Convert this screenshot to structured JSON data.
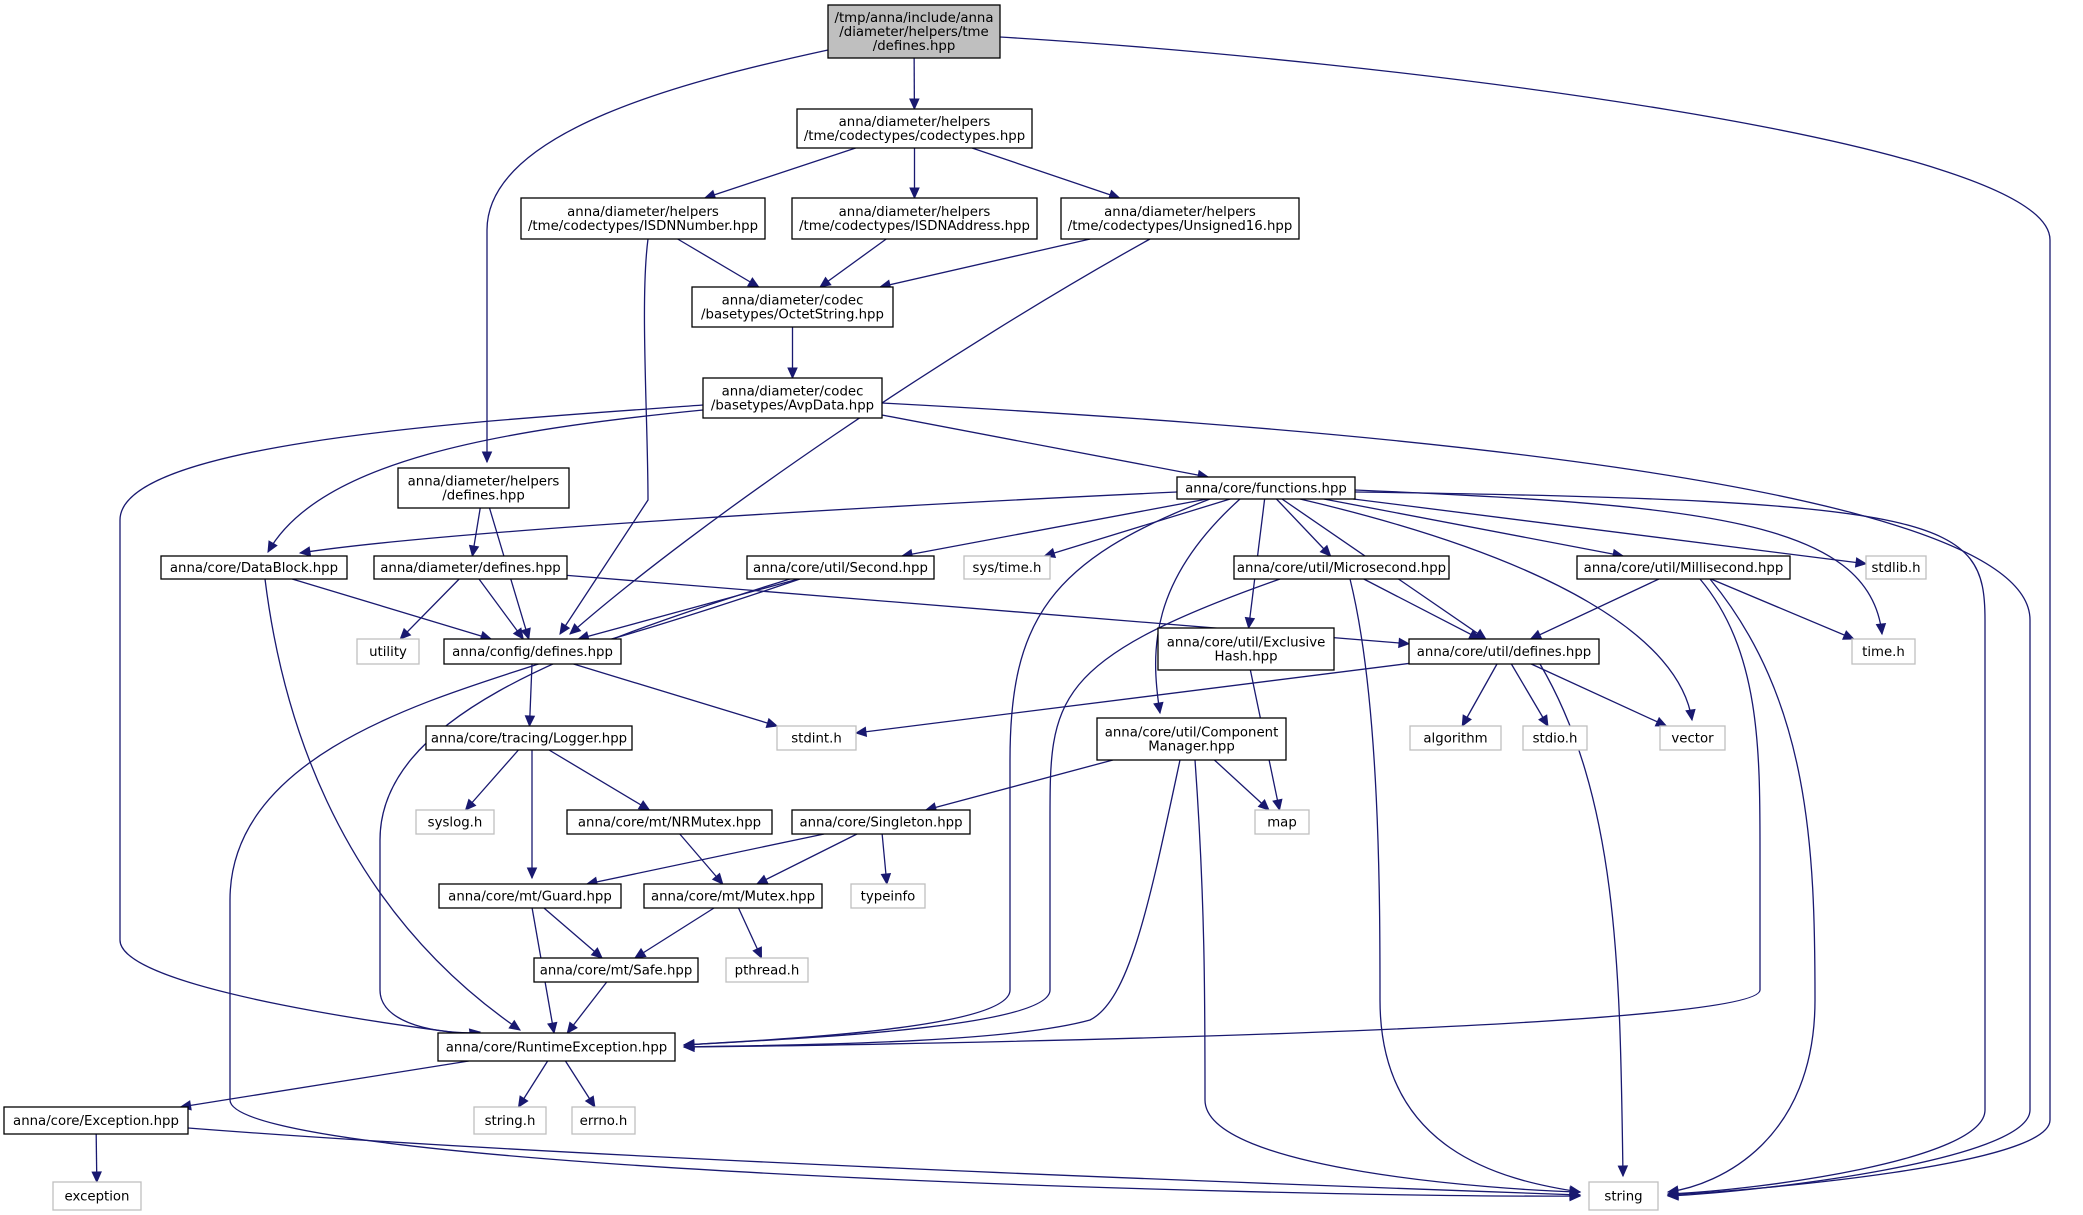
{
  "graph": {
    "nodes": {
      "root": [
        "/tmp/anna/include/anna",
        "/diameter/helpers/tme",
        "/defines.hpp"
      ],
      "codectypes": [
        "anna/diameter/helpers",
        "/tme/codectypes/codectypes.hpp"
      ],
      "isdnnumber": [
        "anna/diameter/helpers",
        "/tme/codectypes/ISDNNumber.hpp"
      ],
      "isdnaddress": [
        "anna/diameter/helpers",
        "/tme/codectypes/ISDNAddress.hpp"
      ],
      "unsigned16": [
        "anna/diameter/helpers",
        "/tme/codectypes/Unsigned16.hpp"
      ],
      "octetstring": [
        "anna/diameter/codec",
        "/basetypes/OctetString.hpp"
      ],
      "avpdata": [
        "anna/diameter/codec",
        "/basetypes/AvpData.hpp"
      ],
      "helpers_defines": [
        "anna/diameter/helpers",
        "/defines.hpp"
      ],
      "functions": [
        "anna/core/functions.hpp"
      ],
      "datablock": [
        "anna/core/DataBlock.hpp"
      ],
      "diameter_defines": [
        "anna/diameter/defines.hpp"
      ],
      "second": [
        "anna/core/util/Second.hpp"
      ],
      "systime": [
        "sys/time.h"
      ],
      "microsecond": [
        "anna/core/util/Microsecond.hpp"
      ],
      "millisecond": [
        "anna/core/util/Millisecond.hpp"
      ],
      "stdlib": [
        "stdlib.h"
      ],
      "utility": [
        "utility"
      ],
      "config_defines": [
        "anna/config/defines.hpp"
      ],
      "exclusivehash": [
        "anna/core/util/Exclusive",
        "Hash.hpp"
      ],
      "util_defines": [
        "anna/core/util/defines.hpp"
      ],
      "timeh": [
        "time.h"
      ],
      "logger": [
        "anna/core/tracing/Logger.hpp"
      ],
      "stdint": [
        "stdint.h"
      ],
      "componentmanager": [
        "anna/core/util/Component",
        "Manager.hpp"
      ],
      "algorithm": [
        "algorithm"
      ],
      "stdio": [
        "stdio.h"
      ],
      "vector": [
        "vector"
      ],
      "syslog": [
        "syslog.h"
      ],
      "nrmutex": [
        "anna/core/mt/NRMutex.hpp"
      ],
      "singleton": [
        "anna/core/Singleton.hpp"
      ],
      "map": [
        "map"
      ],
      "guard": [
        "anna/core/mt/Guard.hpp"
      ],
      "mutex": [
        "anna/core/mt/Mutex.hpp"
      ],
      "typeinfo": [
        "typeinfo"
      ],
      "safe": [
        "anna/core/mt/Safe.hpp"
      ],
      "pthread": [
        "pthread.h"
      ],
      "runtimeexception": [
        "anna/core/RuntimeException.hpp"
      ],
      "exception_hpp": [
        "anna/core/Exception.hpp"
      ],
      "stringh": [
        "string.h"
      ],
      "errnoh": [
        "errno.h"
      ],
      "exception": [
        "exception"
      ],
      "string": [
        "string"
      ]
    },
    "edges": [
      [
        "root",
        "codectypes"
      ],
      [
        "root",
        "helpers_defines"
      ],
      [
        "root",
        "string"
      ],
      [
        "codectypes",
        "isdnnumber"
      ],
      [
        "codectypes",
        "isdnaddress"
      ],
      [
        "codectypes",
        "unsigned16"
      ],
      [
        "isdnnumber",
        "octetstring"
      ],
      [
        "isdnnumber",
        "config_defines"
      ],
      [
        "isdnaddress",
        "octetstring"
      ],
      [
        "unsigned16",
        "octetstring"
      ],
      [
        "unsigned16",
        "config_defines"
      ],
      [
        "octetstring",
        "avpdata"
      ],
      [
        "avpdata",
        "datablock"
      ],
      [
        "avpdata",
        "functions"
      ],
      [
        "avpdata",
        "runtimeexception"
      ],
      [
        "avpdata",
        "string"
      ],
      [
        "helpers_defines",
        "diameter_defines"
      ],
      [
        "helpers_defines",
        "config_defines"
      ],
      [
        "functions",
        "datablock"
      ],
      [
        "functions",
        "second"
      ],
      [
        "functions",
        "systime"
      ],
      [
        "functions",
        "microsecond"
      ],
      [
        "functions",
        "millisecond"
      ],
      [
        "functions",
        "stdlib"
      ],
      [
        "functions",
        "exclusivehash"
      ],
      [
        "functions",
        "util_defines"
      ],
      [
        "functions",
        "timeh"
      ],
      [
        "functions",
        "componentmanager"
      ],
      [
        "functions",
        "vector"
      ],
      [
        "functions",
        "runtimeexception"
      ],
      [
        "functions",
        "string"
      ],
      [
        "datablock",
        "config_defines"
      ],
      [
        "datablock",
        "runtimeexception"
      ],
      [
        "diameter_defines",
        "utility"
      ],
      [
        "diameter_defines",
        "config_defines"
      ],
      [
        "diameter_defines",
        "util_defines"
      ],
      [
        "second",
        "config_defines"
      ],
      [
        "second",
        "runtimeexception"
      ],
      [
        "second",
        "string"
      ],
      [
        "microsecond",
        "util_defines"
      ],
      [
        "microsecond",
        "runtimeexception"
      ],
      [
        "microsecond",
        "string"
      ],
      [
        "millisecond",
        "util_defines"
      ],
      [
        "millisecond",
        "timeh"
      ],
      [
        "millisecond",
        "runtimeexception"
      ],
      [
        "millisecond",
        "string"
      ],
      [
        "config_defines",
        "logger"
      ],
      [
        "config_defines",
        "stdint"
      ],
      [
        "exclusivehash",
        "map"
      ],
      [
        "util_defines",
        "stdint"
      ],
      [
        "util_defines",
        "algorithm"
      ],
      [
        "util_defines",
        "stdio"
      ],
      [
        "util_defines",
        "vector"
      ],
      [
        "util_defines",
        "string"
      ],
      [
        "logger",
        "syslog"
      ],
      [
        "logger",
        "nrmutex"
      ],
      [
        "logger",
        "guard"
      ],
      [
        "componentmanager",
        "singleton"
      ],
      [
        "componentmanager",
        "map"
      ],
      [
        "componentmanager",
        "runtimeexception"
      ],
      [
        "componentmanager",
        "string"
      ],
      [
        "nrmutex",
        "mutex"
      ],
      [
        "singleton",
        "guard"
      ],
      [
        "singleton",
        "mutex"
      ],
      [
        "singleton",
        "typeinfo"
      ],
      [
        "guard",
        "safe"
      ],
      [
        "guard",
        "runtimeexception"
      ],
      [
        "mutex",
        "safe"
      ],
      [
        "mutex",
        "pthread"
      ],
      [
        "safe",
        "runtimeexception"
      ],
      [
        "runtimeexception",
        "exception_hpp"
      ],
      [
        "runtimeexception",
        "stringh"
      ],
      [
        "runtimeexception",
        "errnoh"
      ],
      [
        "exception_hpp",
        "exception"
      ],
      [
        "exception_hpp",
        "string"
      ]
    ]
  },
  "colors": {
    "edge": "#191970",
    "root_fill": "#bfbfbf",
    "border": "#000000",
    "system_border": "#bfbfbf"
  }
}
